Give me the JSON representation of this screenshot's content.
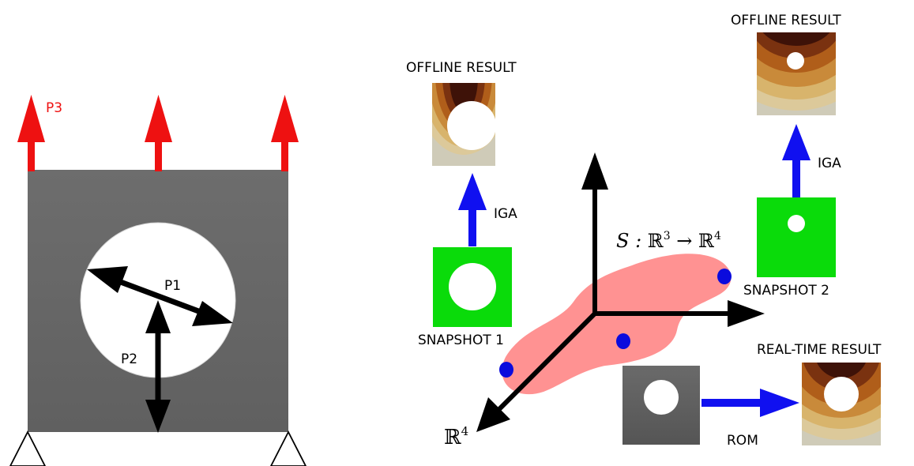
{
  "labels": {
    "p1": "P1",
    "p2": "P2",
    "p3": "P3",
    "offline_result_1": "OFFLINE RESULT",
    "offline_result_2": "OFFLINE RESULT",
    "iga_1": "IGA",
    "iga_2": "IGA",
    "snapshot_1": "SNAPSHOT 1",
    "snapshot_2": "SNAPSHOT 2",
    "real_time_result": "REAL-TIME RESULT",
    "rom": "ROM",
    "map_prefix": "S : ",
    "map_domain": "ℝ",
    "map_domain_exp": "3",
    "map_arrow": " → ",
    "map_codomain": "ℝ",
    "map_codomain_exp": "4",
    "axis_r": "ℝ",
    "axis_r_exp": "4"
  },
  "colors": {
    "plate": "#6b6b6b",
    "load_arrow": "#ee1111",
    "load_label": "#ee1111",
    "dimension_arrow": "#000000",
    "snapshot_fill": "#0adb0a",
    "pipeline_arrow": "#1010f0",
    "manifold_fill": "#ff7f7f",
    "sample_point": "#0b0bdd",
    "rom_gray": "#666666"
  },
  "icons": {
    "support_left": "triangle-support-icon",
    "support_right": "triangle-support-icon"
  }
}
